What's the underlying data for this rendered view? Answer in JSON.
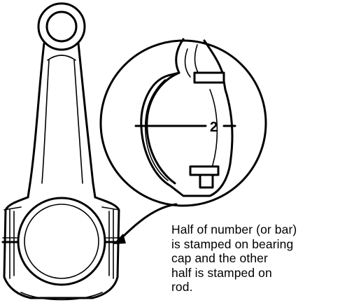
{
  "figure": {
    "stamp_mark": "2",
    "caption_lines": [
      "Half of number (or bar)",
      "is stamped on bearing",
      "cap and the other",
      "half is stamped on",
      "rod."
    ]
  }
}
